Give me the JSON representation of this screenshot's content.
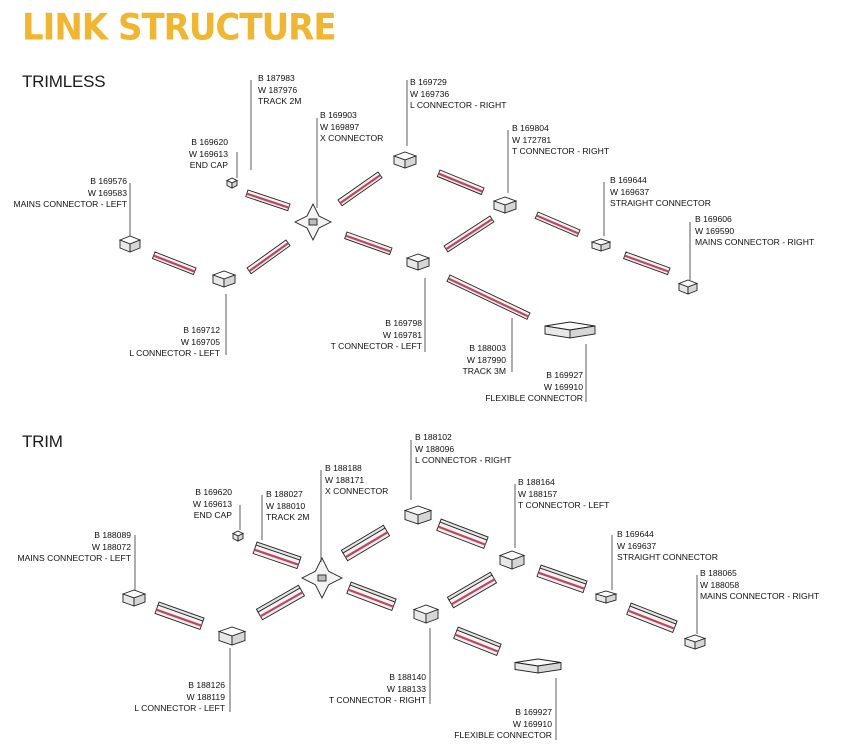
{
  "title": "LINK STRUCTURE",
  "colors": {
    "title": "#f1b52e",
    "track_led": "#c7435c",
    "outline": "#222222"
  },
  "sections": [
    {
      "name": "TRIMLESS",
      "parts": [
        {
          "codes": [
            "B 187983",
            "W 187976"
          ],
          "name": "TRACK 2M"
        },
        {
          "codes": [
            "B 169729",
            "W 169736"
          ],
          "name": "L CONNECTOR - RIGHT"
        },
        {
          "codes": [
            "B 169903",
            "W 169897"
          ],
          "name": "X CONNECTOR"
        },
        {
          "codes": [
            "B 169804",
            "W 172781"
          ],
          "name": "T CONNECTOR - RIGHT"
        },
        {
          "codes": [
            "B 169620",
            "W 169613"
          ],
          "name": "END CAP"
        },
        {
          "codes": [
            "B 169576",
            "W 169583"
          ],
          "name": "MAINS CONNECTOR - LEFT"
        },
        {
          "codes": [
            "B 169644",
            "W 169637"
          ],
          "name": "STRAIGHT CONNECTOR"
        },
        {
          "codes": [
            "B 169606",
            "W 169590"
          ],
          "name": "MAINS CONNECTOR - RIGHT"
        },
        {
          "codes": [
            "B 169712",
            "W 169705"
          ],
          "name": "L CONNECTOR - LEFT"
        },
        {
          "codes": [
            "B 169798",
            "W 169781"
          ],
          "name": "T CONNECTOR - LEFT"
        },
        {
          "codes": [
            "B 188003",
            "W 187990"
          ],
          "name": "TRACK 3M"
        },
        {
          "codes": [
            "B 169927",
            "W 169910"
          ],
          "name": "FLEXIBLE CONNECTOR"
        }
      ]
    },
    {
      "name": "TRIM",
      "parts": [
        {
          "codes": [
            "B 188102",
            "W 188096"
          ],
          "name": "L CONNECTOR - RIGHT"
        },
        {
          "codes": [
            "B 188188",
            "W 188171"
          ],
          "name": "X CONNECTOR"
        },
        {
          "codes": [
            "B 188164",
            "W 188157"
          ],
          "name": "T CONNECTOR - LEFT"
        },
        {
          "codes": [
            "B 169620",
            "W 169613"
          ],
          "name": "END CAP"
        },
        {
          "codes": [
            "B 188027",
            "W 188010"
          ],
          "name": "TRACK 2M"
        },
        {
          "codes": [
            "B 188089",
            "W 188072"
          ],
          "name": "MAINS CONNECTOR - LEFT"
        },
        {
          "codes": [
            "B 169644",
            "W 169637"
          ],
          "name": "STRAIGHT CONNECTOR"
        },
        {
          "codes": [
            "B 188065",
            "W 188058"
          ],
          "name": "MAINS CONNECTOR - RIGHT"
        },
        {
          "codes": [
            "B 188126",
            "W 188119"
          ],
          "name": "L CONNECTOR - LEFT"
        },
        {
          "codes": [
            "B 188140",
            "W 188133"
          ],
          "name": "T CONNECTOR - RIGHT"
        },
        {
          "codes": [
            "B 169927",
            "W 169910"
          ],
          "name": "FLEXIBLE CONNECTOR"
        }
      ]
    }
  ]
}
